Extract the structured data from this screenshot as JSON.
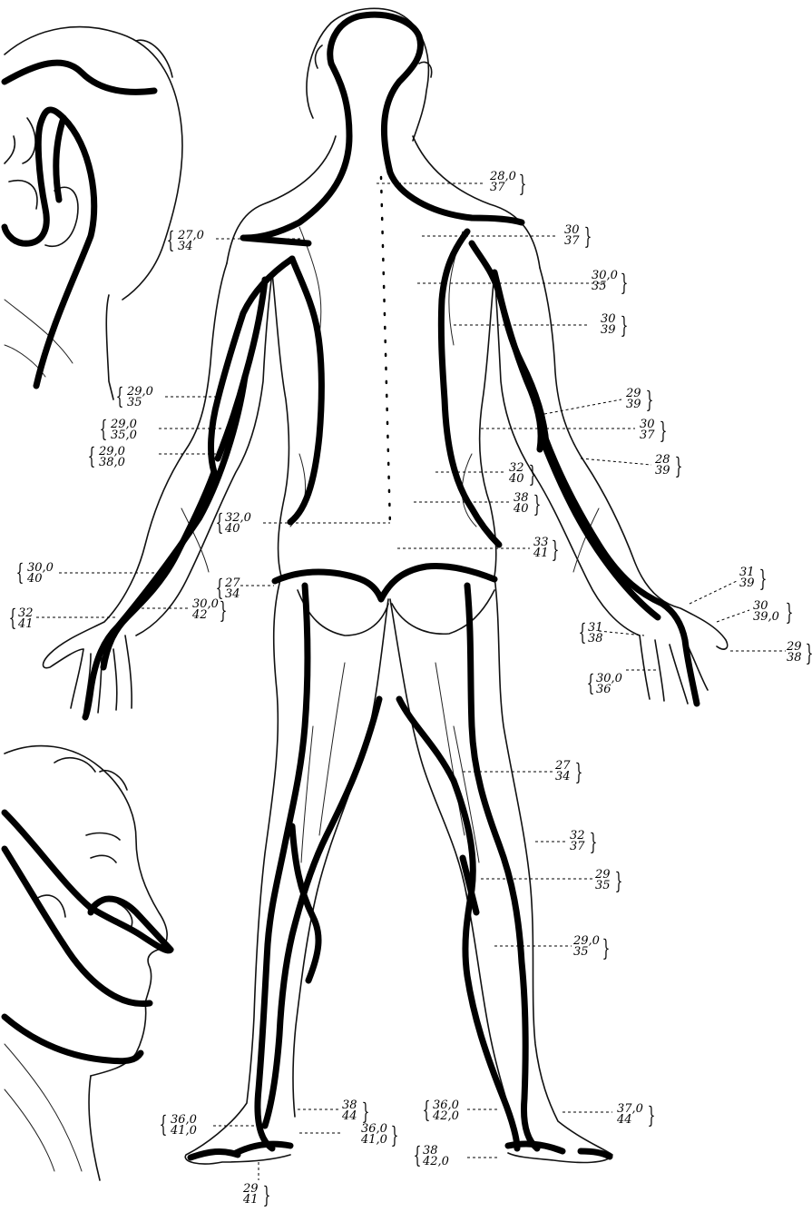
{
  "labels": [
    {
      "id": "neck",
      "v1": "28,0",
      "v2": "37"
    },
    {
      "id": "shoulder-l",
      "v1": "27,0",
      "v2": "34"
    },
    {
      "id": "shoulder-r",
      "v1": "30",
      "v2": "37"
    },
    {
      "id": "upper-back-r",
      "v1": "30,0",
      "v2": "35"
    },
    {
      "id": "arm-r-upper",
      "v1": "30",
      "v2": "39"
    },
    {
      "id": "upper-arm-l",
      "v1": "29,0",
      "v2": "35"
    },
    {
      "id": "elbow-r-1",
      "v1": "29",
      "v2": "39"
    },
    {
      "id": "elbow-r-2",
      "v1": "30",
      "v2": "37"
    },
    {
      "id": "elbow-l-1",
      "v1": "29,0",
      "v2": "35,0"
    },
    {
      "id": "elbow-l-2",
      "v1": "29,0",
      "v2": "38,0"
    },
    {
      "id": "forearm-r",
      "v1": "28",
      "v2": "39"
    },
    {
      "id": "lower-back-1",
      "v1": "32",
      "v2": "40"
    },
    {
      "id": "lower-back-2",
      "v1": "38",
      "v2": "40"
    },
    {
      "id": "waist-l",
      "v1": "32,0",
      "v2": "40"
    },
    {
      "id": "sacrum",
      "v1": "33",
      "v2": "41"
    },
    {
      "id": "forearm-l",
      "v1": "30,0",
      "v2": "40"
    },
    {
      "id": "hip-l",
      "v1": "27",
      "v2": "34"
    },
    {
      "id": "wrist-l",
      "v1": "32",
      "v2": "41"
    },
    {
      "id": "hand-l",
      "v1": "30,0",
      "v2": "42"
    },
    {
      "id": "wrist-r",
      "v1": "31",
      "v2": "39"
    },
    {
      "id": "thumb-r",
      "v1": "30",
      "v2": "39,0"
    },
    {
      "id": "palm-r",
      "v1": "31",
      "v2": "38"
    },
    {
      "id": "finger-r",
      "v1": "29",
      "v2": "38"
    },
    {
      "id": "fingers-r",
      "v1": "30,0",
      "v2": "36"
    },
    {
      "id": "thigh-r",
      "v1": "27",
      "v2": "34"
    },
    {
      "id": "knee-r",
      "v1": "32",
      "v2": "37"
    },
    {
      "id": "calf-r-upper",
      "v1": "29",
      "v2": "35"
    },
    {
      "id": "calf-r",
      "v1": "29,0",
      "v2": "35"
    },
    {
      "id": "ankle-l-inner",
      "v1": "38",
      "v2": "44"
    },
    {
      "id": "ankle-l-outer",
      "v1": "36,0",
      "v2": "41,0"
    },
    {
      "id": "heel-l",
      "v1": "36,0",
      "v2": "41,0"
    },
    {
      "id": "ankle-r-inner",
      "v1": "36,0",
      "v2": "42,0"
    },
    {
      "id": "heel-r",
      "v1": "38",
      "v2": "42,0"
    },
    {
      "id": "ankle-r-outer",
      "v1": "37,0",
      "v2": "44"
    },
    {
      "id": "sole-l",
      "v1": "29",
      "v2": "41"
    }
  ]
}
